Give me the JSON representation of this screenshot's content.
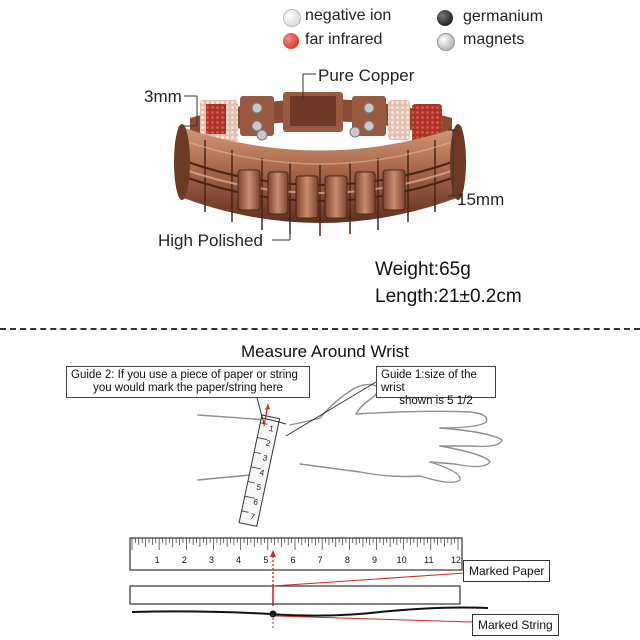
{
  "legend": {
    "items": [
      {
        "label": "negative ion",
        "color": "#f2f2f2"
      },
      {
        "label": "far infrared",
        "color": "#d8261f"
      },
      {
        "label": "germanium",
        "color": "#1a1a1a"
      },
      {
        "label": "magnets",
        "color": "#cfcfcf"
      }
    ]
  },
  "callouts": {
    "material": "Pure Copper",
    "thickness": "3mm",
    "width": "15mm",
    "finish": "High Polished"
  },
  "specs": {
    "weight": "Weight:65g",
    "length": "Length:21±0.2cm"
  },
  "measure": {
    "title": "Measure Around Wrist",
    "guide2_line1": "Guide 2: If you use a piece of paper or string",
    "guide2_line2": "you would mark the paper/string here",
    "guide1_line1": "Guide 1:size of the wrist",
    "guide1_line2": "shown is 5 1/2",
    "marked_paper": "Marked Paper",
    "marked_string": "Marked String",
    "ruler_numbers": [
      "1",
      "2",
      "3",
      "4",
      "5",
      "6",
      "7",
      "8",
      "9",
      "10",
      "11",
      "12"
    ],
    "tape_numbers": [
      "1",
      "2",
      "3",
      "4",
      "5",
      "6",
      "7"
    ]
  },
  "colors": {
    "copper_dark": "#6e3a26",
    "copper": "#a8664a",
    "copper_light": "#d39a7c",
    "red_panel": "#c0392b",
    "white_panel": "#f3d9cc"
  }
}
